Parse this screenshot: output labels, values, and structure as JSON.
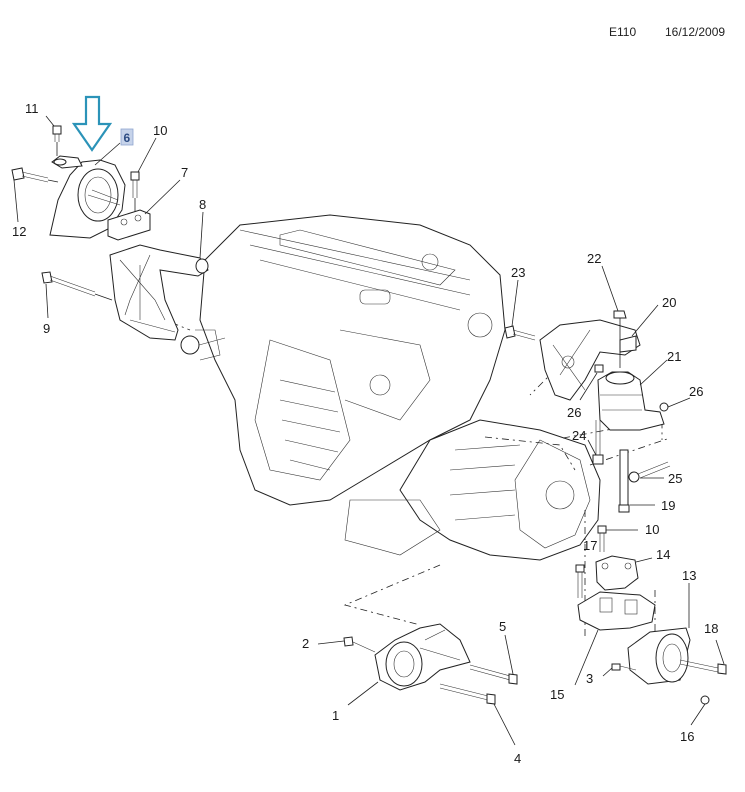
{
  "header": {
    "code": "E110",
    "date": "16/12/2009"
  },
  "highlight": {
    "part_number": "6",
    "arrow_color": "#2b93b8",
    "box_color": "#c6d3ea"
  },
  "callouts": [
    {
      "id": "1",
      "label": "1"
    },
    {
      "id": "2",
      "label": "2"
    },
    {
      "id": "3",
      "label": "3"
    },
    {
      "id": "4",
      "label": "4"
    },
    {
      "id": "5",
      "label": "5"
    },
    {
      "id": "7",
      "label": "7"
    },
    {
      "id": "8",
      "label": "8"
    },
    {
      "id": "9",
      "label": "9"
    },
    {
      "id": "10a",
      "label": "10"
    },
    {
      "id": "10b",
      "label": "10"
    },
    {
      "id": "11",
      "label": "11"
    },
    {
      "id": "12",
      "label": "12"
    },
    {
      "id": "13",
      "label": "13"
    },
    {
      "id": "14",
      "label": "14"
    },
    {
      "id": "15",
      "label": "15"
    },
    {
      "id": "16",
      "label": "16"
    },
    {
      "id": "17",
      "label": "17"
    },
    {
      "id": "18",
      "label": "18"
    },
    {
      "id": "19",
      "label": "19"
    },
    {
      "id": "20",
      "label": "20"
    },
    {
      "id": "21",
      "label": "21"
    },
    {
      "id": "22",
      "label": "22"
    },
    {
      "id": "23",
      "label": "23"
    },
    {
      "id": "24",
      "label": "24"
    },
    {
      "id": "25",
      "label": "25"
    },
    {
      "id": "26a",
      "label": "26"
    },
    {
      "id": "26b",
      "label": "26"
    }
  ]
}
